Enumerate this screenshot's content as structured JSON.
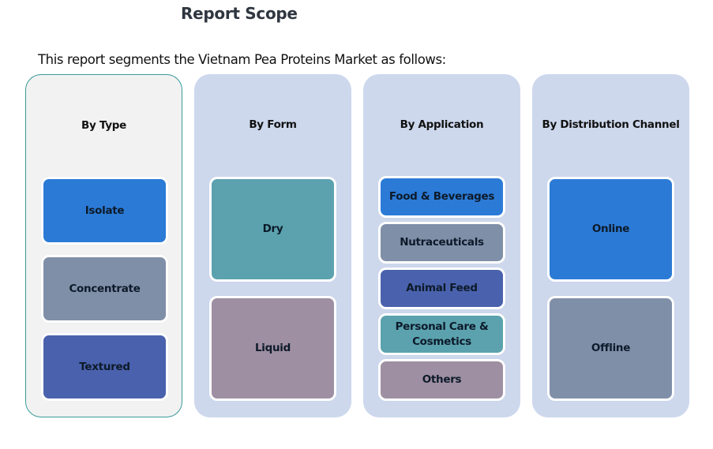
{
  "header": {
    "title": "Report Scope",
    "intro": "This report segments the Vietnam Pea Proteins Market as follows:"
  },
  "segments": [
    {
      "heading": "By Type",
      "items": [
        {
          "label": "Isolate",
          "color": "#2b7bd6"
        },
        {
          "label": "Concentrate",
          "color": "#808fa8"
        },
        {
          "label": "Textured",
          "color": "#4a62ad"
        }
      ]
    },
    {
      "heading": "By Form",
      "items": [
        {
          "label": "Dry",
          "color": "#5ba2ae"
        },
        {
          "label": "Liquid",
          "color": "#9e8fa2"
        }
      ]
    },
    {
      "heading": "By Application",
      "items": [
        {
          "label": "Food & Beverages",
          "color": "#2b7bd6"
        },
        {
          "label": "Nutraceuticals",
          "color": "#808fa8"
        },
        {
          "label": "Animal Feed",
          "color": "#4a62ad"
        },
        {
          "label": "Personal Care & Cosmetics",
          "color": "#5ba2ae"
        },
        {
          "label": "Others",
          "color": "#9e8fa2"
        }
      ]
    },
    {
      "heading": "By Distribution Channel",
      "items": [
        {
          "label": "Online",
          "color": "#2b7bd6"
        },
        {
          "label": "Offline",
          "color": "#808fa8"
        }
      ]
    }
  ]
}
